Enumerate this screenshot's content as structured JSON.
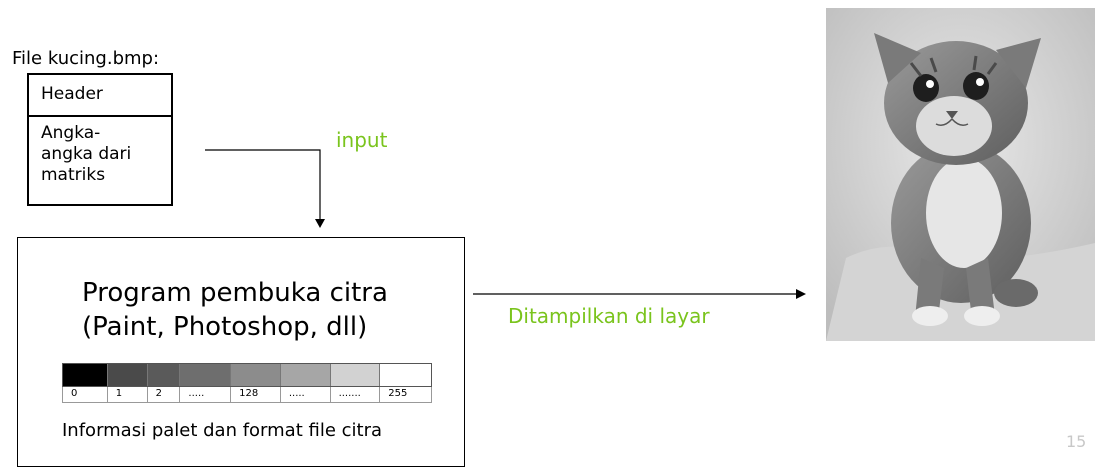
{
  "file": {
    "label": "File kucing.bmp:",
    "header": "Header",
    "body_lines": [
      "Angka-",
      "angka dari",
      "matriks"
    ]
  },
  "input_label": "input",
  "program": {
    "title_lines": [
      "Program pembuka citra",
      "(Paint, Photoshop, dll)"
    ],
    "palette": {
      "colors": [
        "#000000",
        "#4a4a4a",
        "#5a5a5a",
        "#6e6e6e",
        "#8c8c8c",
        "#a6a6a6",
        "#d2d2d2",
        "#ffffff"
      ],
      "labels": [
        "0",
        "1",
        "2",
        ".....",
        "128",
        ".....",
        ".......",
        "255"
      ]
    },
    "caption": "Informasi palet dan format file citra"
  },
  "display_label": "Ditampilkan di layar",
  "page_number": "15",
  "colors": {
    "accent_green": "#7ac41d"
  }
}
